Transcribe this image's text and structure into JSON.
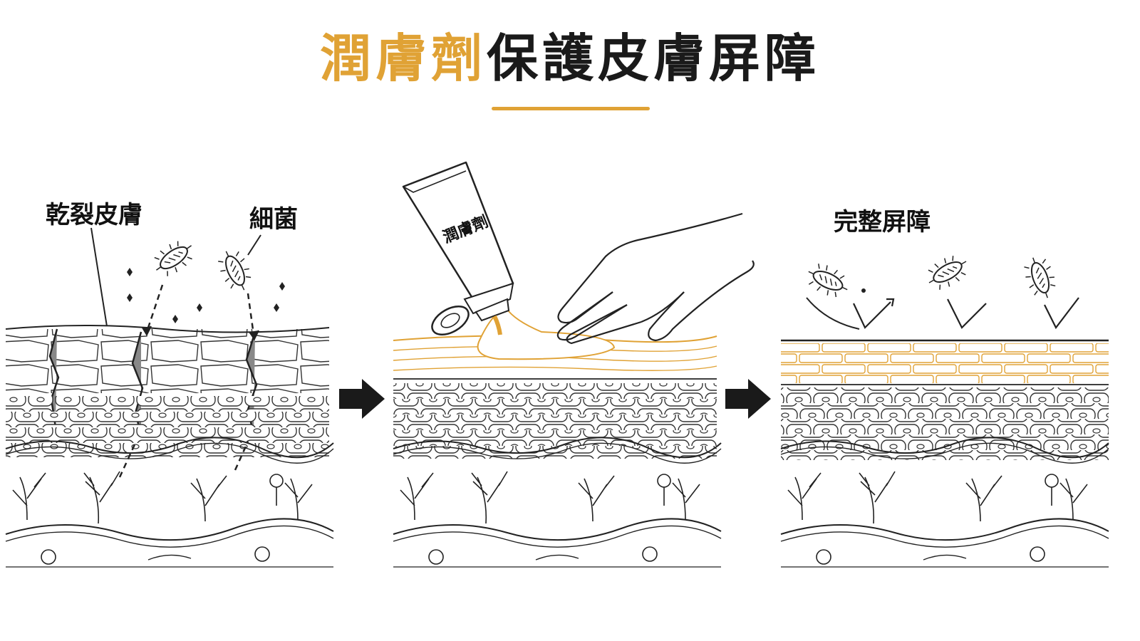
{
  "title": {
    "accent": "潤膚劑",
    "main": "保護皮膚屏障"
  },
  "colors": {
    "accent": "#e0a235",
    "ink": "#1a1a1a"
  },
  "panel1": {
    "label_cracked": "乾裂皮膚",
    "label_bacteria": "細菌"
  },
  "panel2": {
    "tube_label": "潤膚劑"
  },
  "panel3": {
    "label_barrier": "完整屏障"
  },
  "icons": [
    "bacteria-icon",
    "arrow-right-icon",
    "cream-tube-icon",
    "hand-icon"
  ]
}
